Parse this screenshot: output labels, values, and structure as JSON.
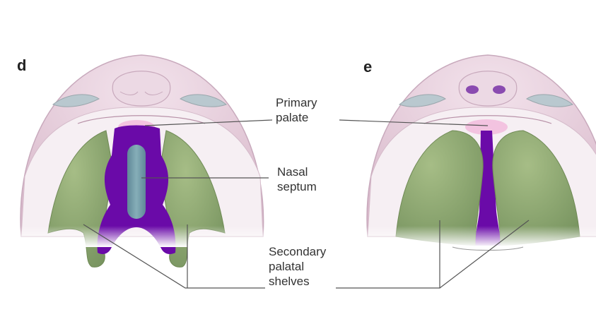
{
  "panels": [
    {
      "letter": "d"
    },
    {
      "letter": "e"
    }
  ],
  "labels": {
    "primary_palate": [
      "Primary",
      "palate"
    ],
    "nasal_septum": [
      "Nasal",
      "septum"
    ],
    "secondary_palatal_shelves": [
      "Secondary",
      "palatal",
      "shelves"
    ]
  },
  "colors": {
    "skin": "#e7d3df",
    "skin_edge": "#c8a9bc",
    "lip_white": "#f6eff3",
    "shelf_green": "#8ea86e",
    "shelf_green_dark": "#6f8a55",
    "midline_purple": "#6a0aa8",
    "septum_blue": "#6f99a8",
    "primary_palate_pink": "#f3c3e0",
    "leader_line": "#555555"
  }
}
